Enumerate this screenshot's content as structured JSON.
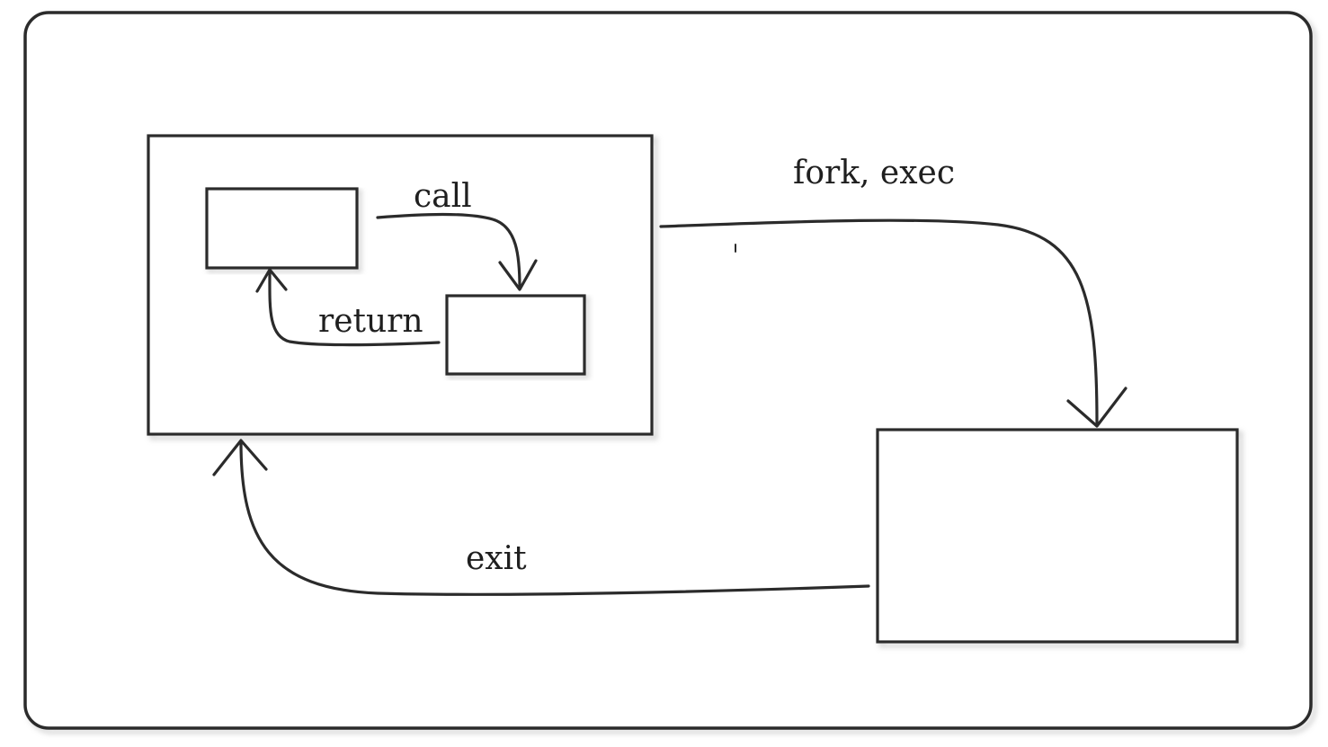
{
  "diagram": {
    "labels": {
      "call": "call",
      "return": "return",
      "fork_exec": "fork, exec",
      "exit": "exit"
    },
    "colors": {
      "stroke": "#2b2b2b",
      "background": "#ffffff"
    }
  }
}
